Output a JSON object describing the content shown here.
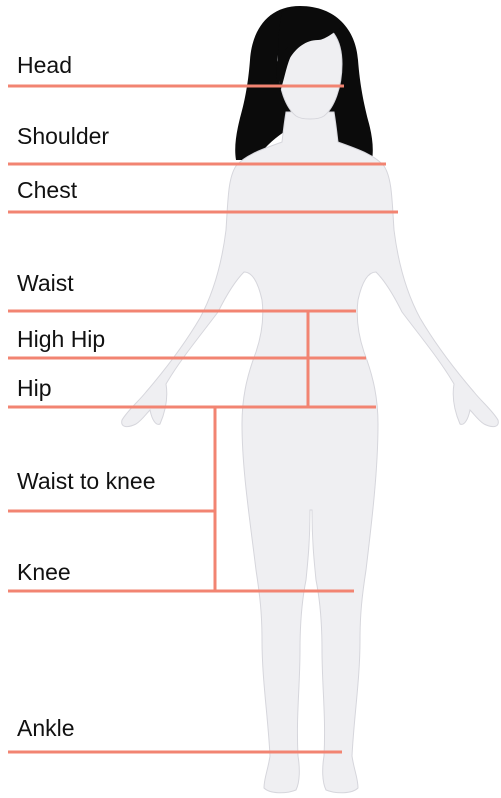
{
  "colors": {
    "measure_line": "#f28472",
    "body_fill": "#efeff2",
    "body_stroke": "#d6d6dc",
    "hair": "#0b0b0b",
    "text": "#111111"
  },
  "labels": {
    "head": "Head",
    "shoulder": "Shoulder",
    "chest": "Chest",
    "waist": "Waist",
    "high_hip": "High Hip",
    "hip": "Hip",
    "waist_to_knee": "Waist to knee",
    "knee": "Knee",
    "ankle": "Ankle"
  }
}
